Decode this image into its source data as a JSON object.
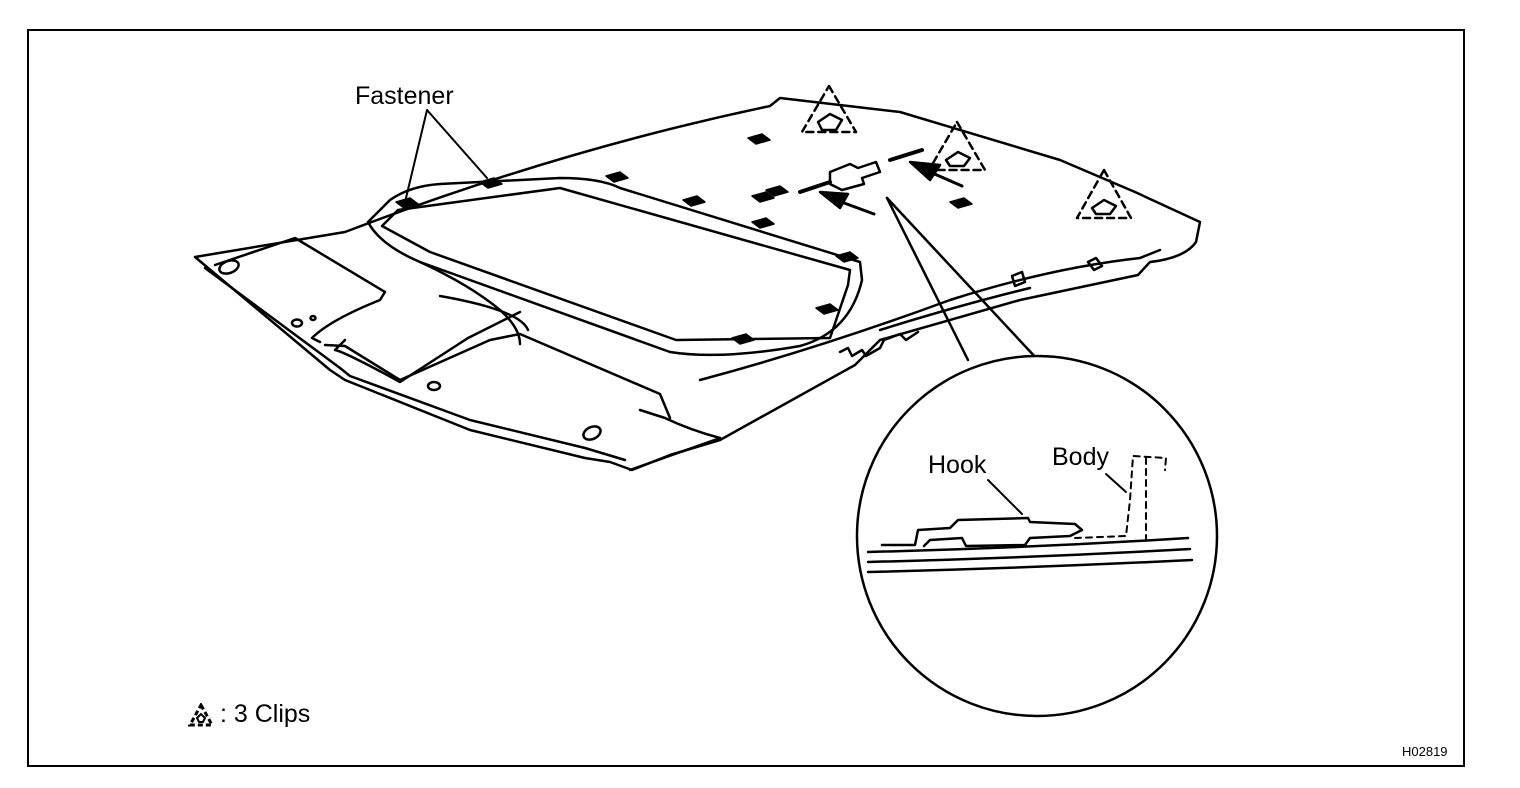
{
  "labels": {
    "fastener": "Fastener",
    "hook": "Hook",
    "body": "Body"
  },
  "legend": {
    "symbol": "clip-triangle-icon",
    "text": ": 3 Clips"
  },
  "figure_code": "H02819",
  "colors": {
    "ink": "#000000",
    "paper": "#ffffff"
  }
}
